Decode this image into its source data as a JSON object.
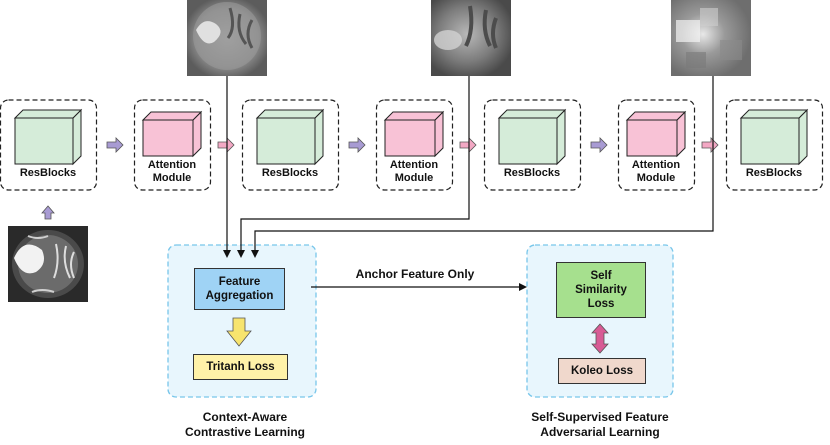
{
  "stages": [
    {
      "type": "resblock",
      "label": "ResBlocks"
    },
    {
      "type": "attention",
      "label_line1": "Attention",
      "label_line2": "Module"
    },
    {
      "type": "resblock",
      "label": "ResBlocks"
    },
    {
      "type": "attention",
      "label_line1": "Attention",
      "label_line2": "Module"
    },
    {
      "type": "resblock",
      "label": "ResBlocks"
    },
    {
      "type": "attention",
      "label_line1": "Attention",
      "label_line2": "Module"
    },
    {
      "type": "resblock",
      "label": "ResBlocks"
    }
  ],
  "contrastive": {
    "feature_aggregation_line1": "Feature",
    "feature_aggregation_line2": "Aggregation",
    "loss": "Tritanh Loss",
    "caption_line1": "Context-Aware",
    "caption_line2": "Contrastive Learning"
  },
  "arrow_label": "Anchor Feature Only",
  "adversarial": {
    "self_similarity_line1": "Self",
    "self_similarity_line2": "Similarity",
    "self_similarity_line3": "Loss",
    "koleo_loss": "Koleo Loss",
    "caption_line1": "Self-Supervised Feature",
    "caption_line2": "Adversarial Learning"
  },
  "colors": {
    "resblock_fill": "#d5ecd9",
    "attention_fill": "#f8c2d6",
    "feature_aggregation_fill": "#9fd3f5",
    "tritanh_fill": "#fff2a8",
    "self_similarity_fill": "#a6e08e",
    "koleo_fill": "#f0d8cc",
    "panel_fill": "#e8f6fd",
    "panel_border": "#78c6ea",
    "arrow_purple": "#a89bd3",
    "arrow_pink": "#f3a8c4",
    "arrow_yellow": "#f7e46e",
    "arrow_magenta": "#d85b95"
  }
}
